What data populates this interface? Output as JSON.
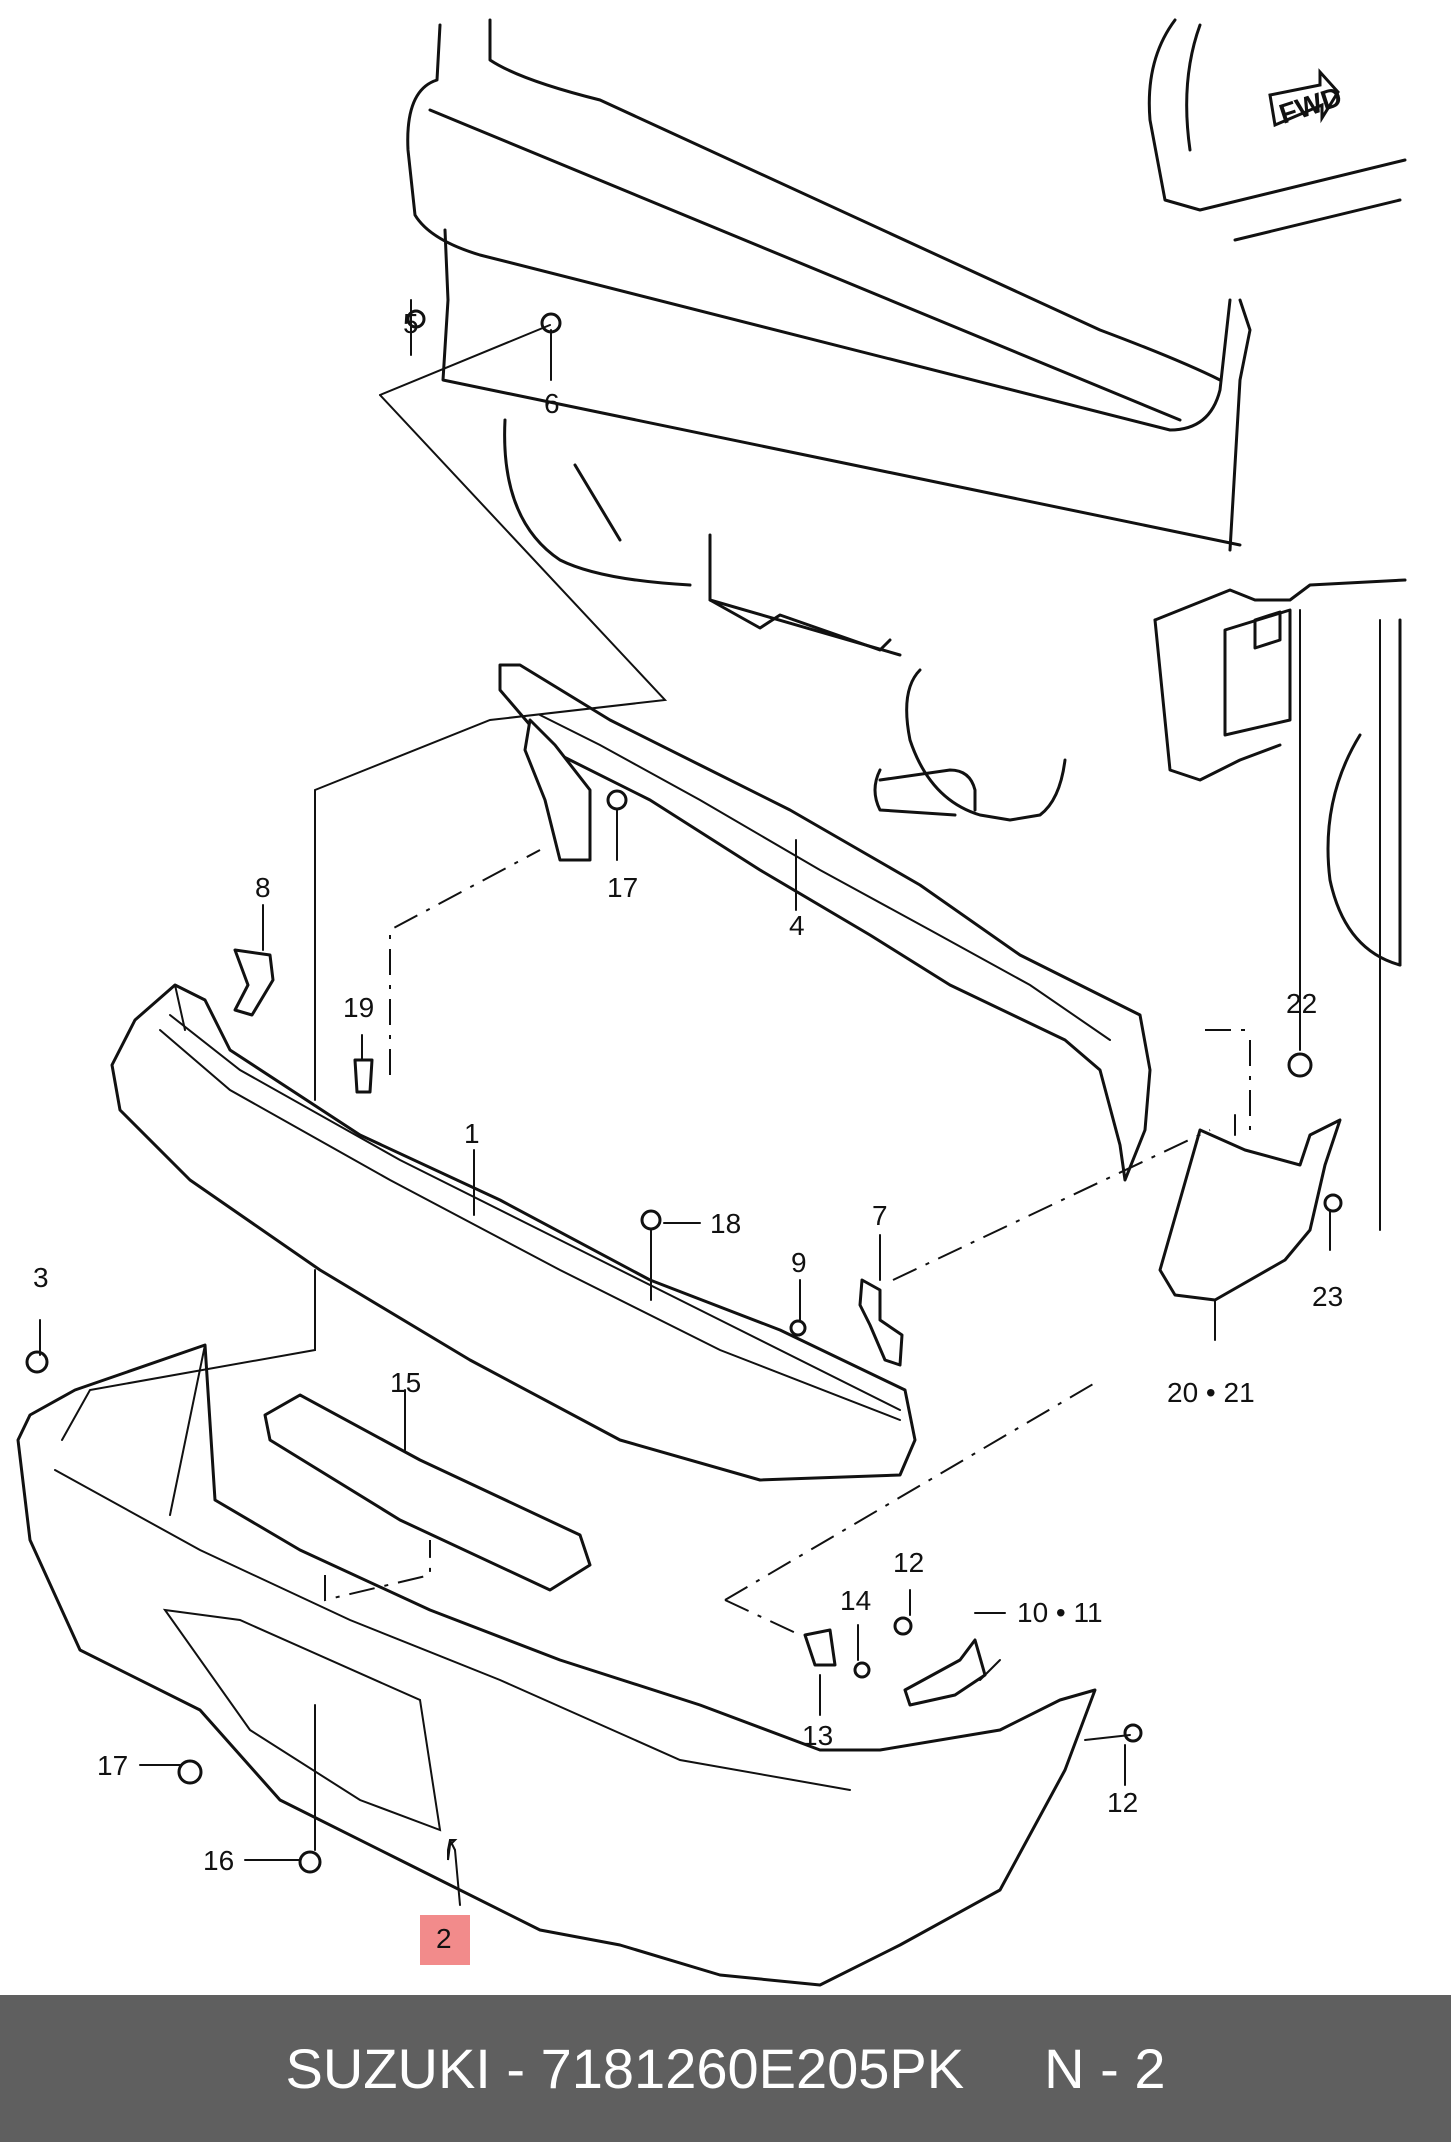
{
  "diagram": {
    "fwd_label": "FWD",
    "callouts": {
      "c1": "1",
      "c2": "2",
      "c3": "3",
      "c4": "4",
      "c5": "5",
      "c6": "6",
      "c7": "7",
      "c8": "8",
      "c9": "9",
      "c10_11": "10 • 11",
      "c12a": "12",
      "c12b": "12",
      "c13": "13",
      "c14": "14",
      "c15": "15",
      "c16": "16",
      "c17a": "17",
      "c17b": "17",
      "c18": "18",
      "c19": "19",
      "c20_21": "20 • 21",
      "c22": "22",
      "c23": "23"
    },
    "highlight_color": "#f28b8b"
  },
  "footer": {
    "brand_part": "SUZUKI - 7181260E205PK",
    "page": "N - 2"
  }
}
